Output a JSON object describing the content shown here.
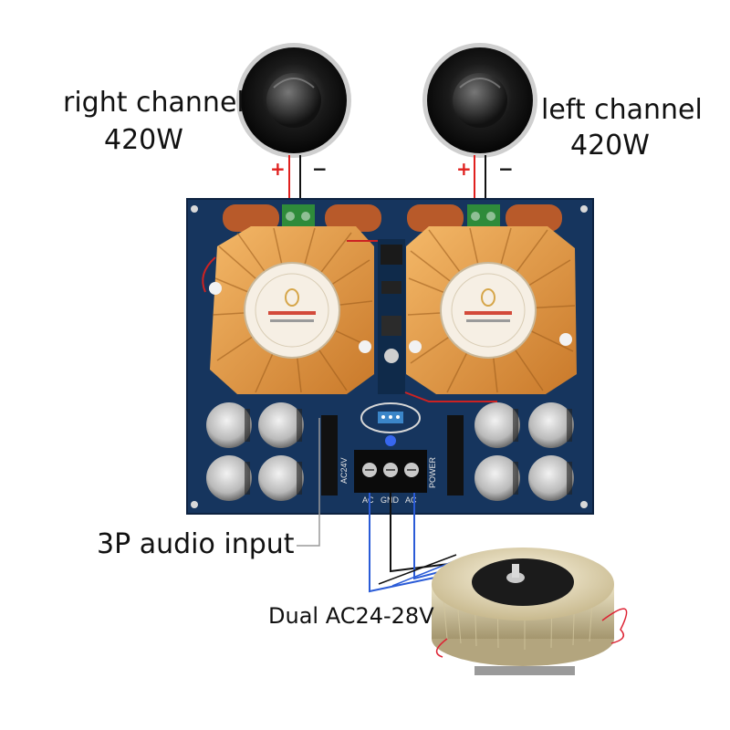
{
  "labels": {
    "right_channel": "right channel",
    "right_power": "420W",
    "left_channel": "left channel",
    "left_power": "420W",
    "audio_input": "3P audio input",
    "ac_input": "Dual AC24-28V",
    "plus": "+",
    "minus": "−"
  },
  "terminals": {
    "ac_left": "AC",
    "gnd": "GND",
    "ac_right": "AC",
    "power": "POWER",
    "ac24v": "AC24V"
  },
  "colors": {
    "board": "#16355e",
    "heatsink": "#e39a3c",
    "wire_positive": "#e0201e",
    "wire_negative": "#111111",
    "wire_ac": "#2a5bd7",
    "coil": "#b85a2a",
    "terminal_green": "#2e8b3a"
  }
}
